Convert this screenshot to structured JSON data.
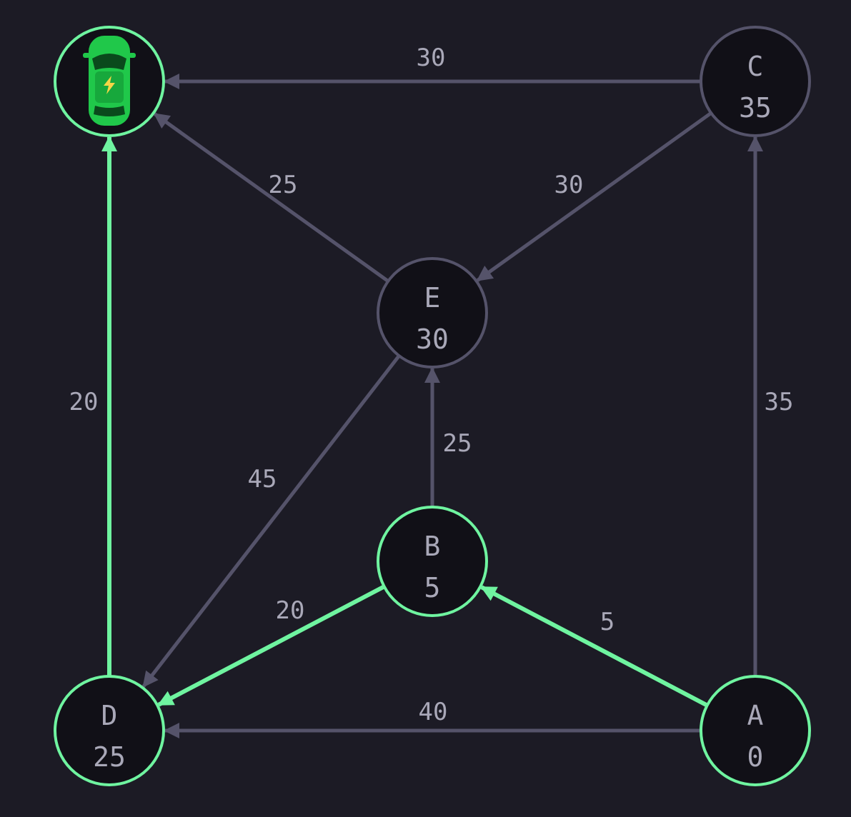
{
  "colors": {
    "background": "#1c1b25",
    "node_fill": "#111017",
    "edge_default": "#55536a",
    "node_border_default": "#55536a",
    "highlight": "#6ff4a0",
    "label": "#a9a8b8",
    "car_body": "#20c84a"
  },
  "nodes": [
    {
      "id": "start",
      "icon": "electric-car-icon",
      "highlighted": true
    },
    {
      "id": "C",
      "label": "C",
      "value": "35",
      "highlighted": false
    },
    {
      "id": "E",
      "label": "E",
      "value": "30",
      "highlighted": false
    },
    {
      "id": "B",
      "label": "B",
      "value": "5",
      "highlighted": true
    },
    {
      "id": "D",
      "label": "D",
      "value": "25",
      "highlighted": true
    },
    {
      "id": "A",
      "label": "A",
      "value": "0",
      "highlighted": true
    }
  ],
  "edges": [
    {
      "from": "C",
      "to": "start",
      "weight": "30",
      "highlighted": false
    },
    {
      "from": "E",
      "to": "start",
      "weight": "25",
      "highlighted": false
    },
    {
      "from": "C",
      "to": "E",
      "weight": "30",
      "highlighted": false
    },
    {
      "from": "D",
      "to": "start",
      "weight": "20",
      "highlighted": true
    },
    {
      "from": "A",
      "to": "C",
      "weight": "35",
      "highlighted": false
    },
    {
      "from": "B",
      "to": "E",
      "weight": "25",
      "highlighted": false
    },
    {
      "from": "E",
      "to": "D",
      "weight": "45",
      "highlighted": false
    },
    {
      "from": "B",
      "to": "D",
      "weight": "20",
      "highlighted": true
    },
    {
      "from": "A",
      "to": "B",
      "weight": "5",
      "highlighted": true
    },
    {
      "from": "A",
      "to": "D",
      "weight": "40",
      "highlighted": false
    }
  ]
}
